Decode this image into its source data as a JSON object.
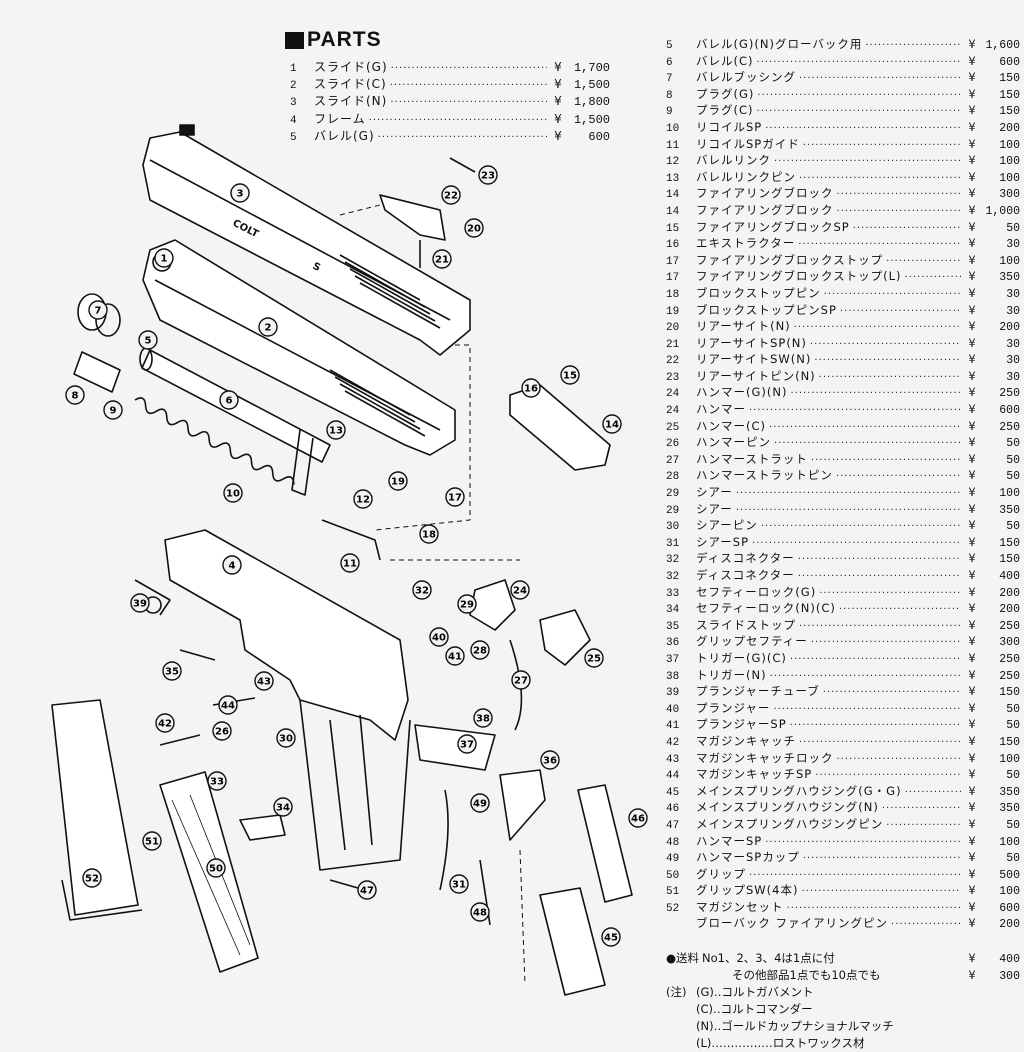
{
  "heading": "PARTS",
  "top_parts": [
    {
      "no": "1",
      "name": "スライド(G)",
      "price": "1,700"
    },
    {
      "no": "2",
      "name": "スライド(C)",
      "price": "1,500"
    },
    {
      "no": "3",
      "name": "スライド(N)",
      "price": "1,800"
    },
    {
      "no": "4",
      "name": "フレーム",
      "price": "1,500"
    },
    {
      "no": "5",
      "name": "バレル(G)",
      "price": "600"
    }
  ],
  "right_parts": [
    {
      "no": "5",
      "name": "バレル(G)(N)グローバック用",
      "price": "1,600"
    },
    {
      "no": "6",
      "name": "バレル(C)",
      "price": "600"
    },
    {
      "no": "7",
      "name": "バレルブッシング",
      "price": "150"
    },
    {
      "no": "8",
      "name": "プラグ(G)",
      "price": "150"
    },
    {
      "no": "9",
      "name": "プラグ(C)",
      "price": "150"
    },
    {
      "no": "10",
      "name": "リコイルSP",
      "price": "200"
    },
    {
      "no": "11",
      "name": "リコイルSPガイド",
      "price": "100"
    },
    {
      "no": "12",
      "name": "バレルリンク",
      "price": "100"
    },
    {
      "no": "13",
      "name": "バレルリンクピン",
      "price": "100"
    },
    {
      "no": "14",
      "name": "ファイアリングブロック",
      "price": "300"
    },
    {
      "no": "14",
      "name": "ファイアリングブロック",
      "price": "1,000"
    },
    {
      "no": "15",
      "name": "ファイアリングブロックSP",
      "price": "50"
    },
    {
      "no": "16",
      "name": "エキストラクター",
      "price": "30"
    },
    {
      "no": "17",
      "name": "ファイアリングブロックストップ",
      "price": "100"
    },
    {
      "no": "17",
      "name": "ファイアリングブロックストップ(L)",
      "price": "350"
    },
    {
      "no": "18",
      "name": "ブロックストップピン",
      "price": "30"
    },
    {
      "no": "19",
      "name": "ブロックストップピンSP",
      "price": "30"
    },
    {
      "no": "20",
      "name": "リアーサイト(N)",
      "price": "200"
    },
    {
      "no": "21",
      "name": "リアーサイトSP(N)",
      "price": "30"
    },
    {
      "no": "22",
      "name": "リアーサイトSW(N)",
      "price": "30"
    },
    {
      "no": "23",
      "name": "リアーサイトピン(N)",
      "price": "30"
    },
    {
      "no": "24",
      "name": "ハンマー(G)(N)",
      "price": "250"
    },
    {
      "no": "24",
      "name": "ハンマー",
      "price": "600"
    },
    {
      "no": "25",
      "name": "ハンマー(C)",
      "price": "250"
    },
    {
      "no": "26",
      "name": "ハンマーピン",
      "price": "50"
    },
    {
      "no": "27",
      "name": "ハンマーストラット",
      "price": "50"
    },
    {
      "no": "28",
      "name": "ハンマーストラットピン",
      "price": "50"
    },
    {
      "no": "29",
      "name": "シアー",
      "price": "100"
    },
    {
      "no": "29",
      "name": "シアー",
      "price": "350"
    },
    {
      "no": "30",
      "name": "シアーピン",
      "price": "50"
    },
    {
      "no": "31",
      "name": "シアーSP",
      "price": "150"
    },
    {
      "no": "32",
      "name": "ディスコネクター",
      "price": "150"
    },
    {
      "no": "32",
      "name": "ディスコネクター",
      "price": "400"
    },
    {
      "no": "33",
      "name": "セフティーロック(G)",
      "price": "200"
    },
    {
      "no": "34",
      "name": "セフティーロック(N)(C)",
      "price": "200"
    },
    {
      "no": "35",
      "name": "スライドストップ",
      "price": "250"
    },
    {
      "no": "36",
      "name": "グリップセフティー",
      "price": "300"
    },
    {
      "no": "37",
      "name": "トリガー(G)(C)",
      "price": "250"
    },
    {
      "no": "38",
      "name": "トリガー(N)",
      "price": "250"
    },
    {
      "no": "39",
      "name": "プランジャーチューブ",
      "price": "150"
    },
    {
      "no": "40",
      "name": "プランジャー",
      "price": "50"
    },
    {
      "no": "41",
      "name": "プランジャーSP",
      "price": "50"
    },
    {
      "no": "42",
      "name": "マガジンキャッチ",
      "price": "150"
    },
    {
      "no": "43",
      "name": "マガジンキャッチロック",
      "price": "100"
    },
    {
      "no": "44",
      "name": "マガジンキャッチSP",
      "price": "50"
    },
    {
      "no": "45",
      "name": "メインスプリングハウジング(G・G)",
      "price": "350"
    },
    {
      "no": "46",
      "name": "メインスプリングハウジング(N)",
      "price": "350"
    },
    {
      "no": "47",
      "name": "メインスプリングハウジングピン",
      "price": "50"
    },
    {
      "no": "48",
      "name": "ハンマーSP",
      "price": "100"
    },
    {
      "no": "49",
      "name": "ハンマーSPカップ",
      "price": "50"
    },
    {
      "no": "50",
      "name": "グリップ",
      "price": "500"
    },
    {
      "no": "51",
      "name": "グリップSW(4本)",
      "price": "100"
    },
    {
      "no": "52",
      "name": "マガジンセット",
      "price": "600"
    },
    {
      "no": "",
      "name": "ブローバック ファイアリングピン",
      "price": "200"
    }
  ],
  "shipping": {
    "label": "●送料",
    "line1": "No1、2、3、4は1点に付",
    "price1": "400",
    "line2": "その他部品1点でも10点でも",
    "price2": "300"
  },
  "notes": {
    "label": "(注)",
    "items": [
      "(G)‥コルトガバメント",
      "(C)‥コルトコマンダー",
      "(N)‥ゴールドカップナショナルマッチ",
      "(L)‥‥‥‥‥‥‥‥ロストワックス材"
    ]
  },
  "currency_symbol": "¥",
  "diagram": {
    "slide_marking_1": "COLT",
    "slide_marking_2": "S",
    "callouts": [
      "1",
      "2",
      "3",
      "4",
      "5",
      "6",
      "7",
      "8",
      "9",
      "10",
      "11",
      "12",
      "13",
      "14",
      "15",
      "16",
      "17",
      "18",
      "19",
      "20",
      "21",
      "22",
      "23",
      "24",
      "25",
      "26",
      "27",
      "28",
      "29",
      "30",
      "31",
      "32",
      "33",
      "34",
      "35",
      "36",
      "37",
      "38",
      "39",
      "40",
      "41",
      "42",
      "43",
      "44",
      "45",
      "46",
      "47",
      "48",
      "49",
      "50",
      "51",
      "52"
    ]
  }
}
